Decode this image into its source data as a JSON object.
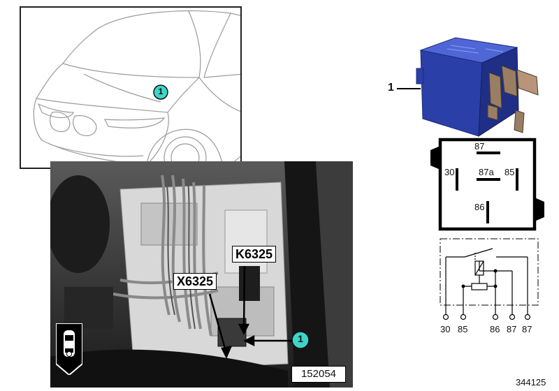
{
  "car_panel": {
    "callout_number": "1",
    "callout_color": "#3cd6c8"
  },
  "photo_panel": {
    "connector_label": "X6325",
    "relay_label": "K6325",
    "callout_number": "1",
    "image_code": "152054",
    "location_icon": "car-top-view-icon"
  },
  "relay": {
    "part_number": "1",
    "body_color": "#2b3fa8"
  },
  "pin_diagram": {
    "pins": {
      "p87": "87",
      "p30": "30",
      "p87a": "87a",
      "p85": "85",
      "p86": "86"
    }
  },
  "circuit": {
    "terminals": [
      "30",
      "85",
      "86",
      "87",
      "87"
    ]
  },
  "figure_id": "344125"
}
